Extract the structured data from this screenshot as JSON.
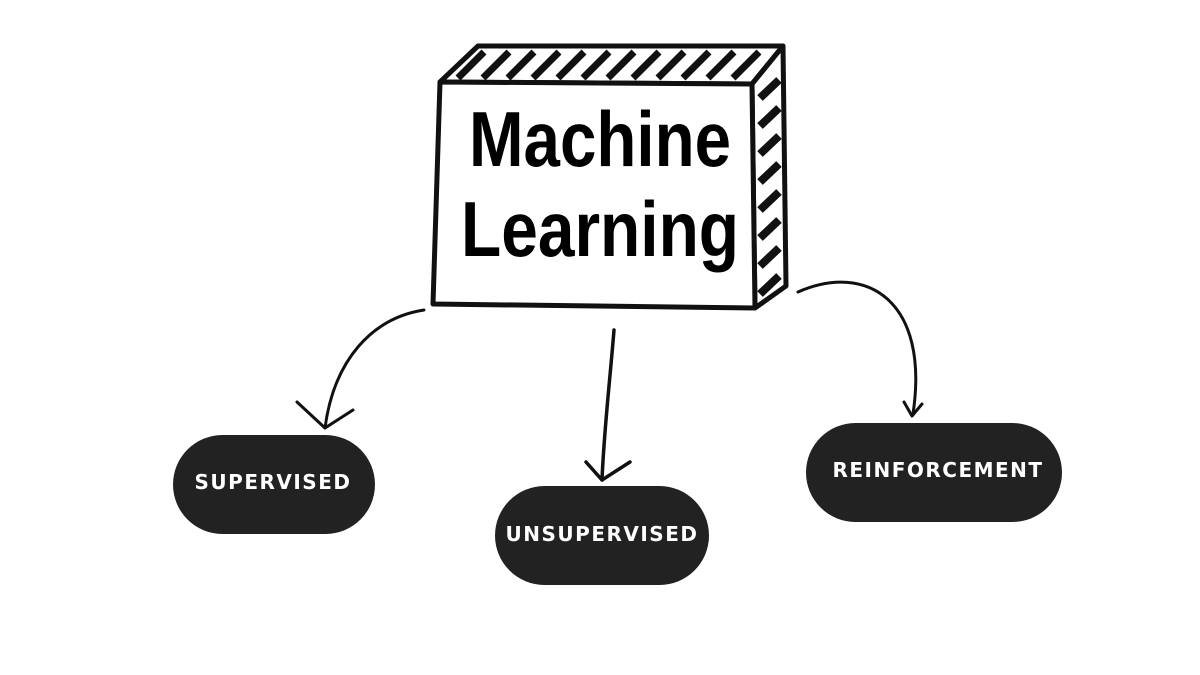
{
  "title": {
    "line1": "Machine",
    "line2": "Learning"
  },
  "categories": [
    {
      "id": "supervised",
      "label": "SUPERVISED"
    },
    {
      "id": "unsupervised",
      "label": "UNSUPERVISED"
    },
    {
      "id": "reinforcement",
      "label": "REINFORCEMENT"
    }
  ],
  "colors": {
    "background": "#ffffff",
    "ink": "#111111",
    "pill": "#222222",
    "pill_text": "#ffffff"
  }
}
